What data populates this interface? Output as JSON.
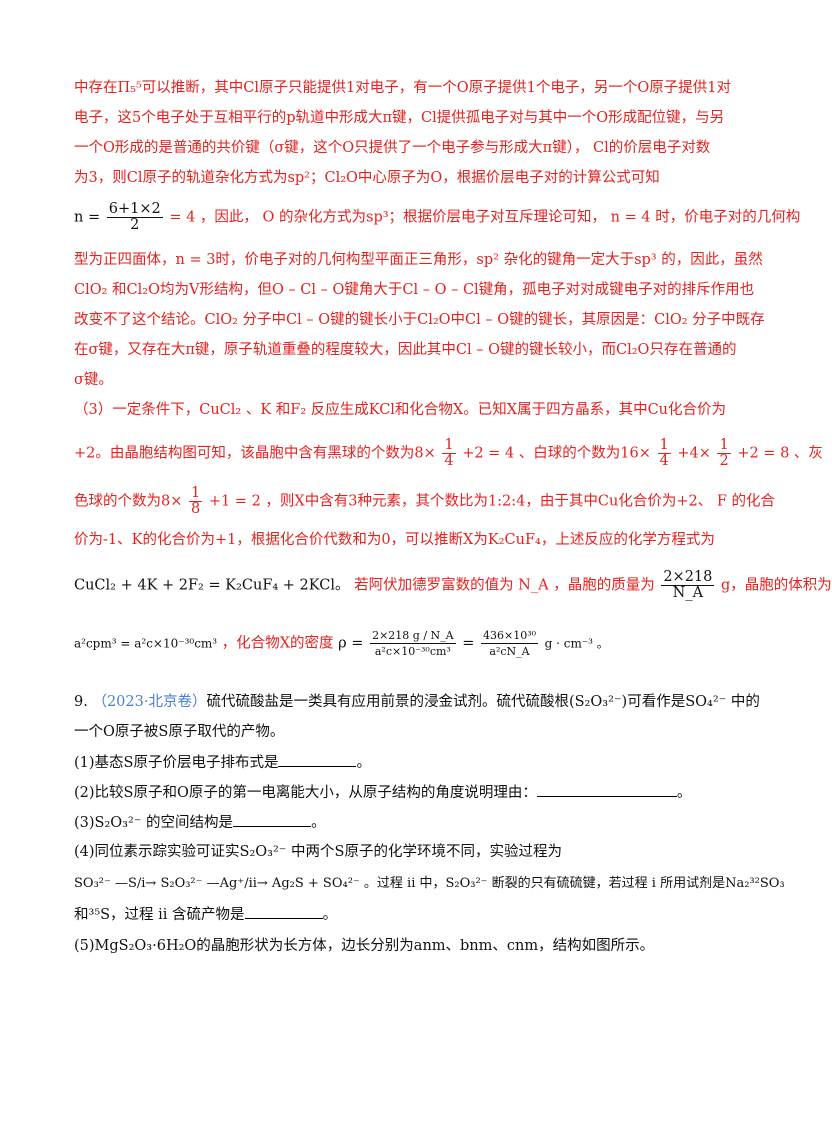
{
  "lines": {
    "l1": "中存在Π₅⁵可以推断，其中Cl原子只能提供1对电子，有一个O原子提供1个电子，另一个O原子提供1对",
    "l2": "电子，这5个电子处于互相平行的p轨道中形成大π键，Cl提供孤电子对与其中一个O形成配位键，与另",
    "l3": "一个O形成的是普通的共价键（σ键，这个O只提供了一个电子参与形成大π键），  Cl的价层电子对数",
    "l4": "为3，则Cl原子的轨道杂化方式为sp²；Cl₂O中心原子为O，根据价层电子对的计算公式可知",
    "l5a": "n =",
    "l5_num": "6+1×2",
    "l5_den": "2",
    "l5b": "= 4 ，因此， O 的杂化方式为sp³；根据价层电子对互斥理论可知，  n = 4 时，价电子对的几何构",
    "l6": "型为正四面体，n = 3时，价电子对的几何构型平面正三角形，sp² 杂化的键角一定大于sp³ 的，因此，虽然",
    "l7": "ClO₂ 和Cl₂O均为V形结构，但O – Cl – O键角大于Cl – O – Cl键角，孤电子对对成键电子对的排斥作用也",
    "l8": "改变不了这个结论。ClO₂ 分子中Cl – O键的键长小于Cl₂O中Cl – O键的键长，其原因是：ClO₂ 分子中既存",
    "l9": "在σ键，又存在大π键，原子轨道重叠的程度较大，因此其中Cl – O键的键长较小，而Cl₂O只存在普通的",
    "l10": "σ键。",
    "l11a": "（3）一定条件下，",
    "l11b": "CuCl₂ 、K 和F₂ 反应生成KCl和化合物X。已知X属于四方晶系，其中Cu化合价为",
    "l12a": "+2。由晶胞结构图可知，该晶胞中含有黑球的个数为8×",
    "l12b": "+2 = 4 、白球的个数为16×",
    "l12c": "+4×",
    "l12d": "+2 = 8 、灰",
    "l13a": "色球的个数为8×",
    "l13b": "+1 = 2 ，则X中含有3种元素，其个数比为1:2:4，由于其中Cu化合价为+2、 F 的化合",
    "l14": "价为-1、K的化合价为+1，根据化合价代数和为0，可以推断X为K₂CuF₄，上述反应的化学方程式为",
    "l15a": "CuCl₂ + 4K + 2F₂ = K₂CuF₄ + 2KCl。",
    "l15b": "若阿伏加德罗富数的值为 N_A ，晶胞的质量为",
    "l15_num": "2×218",
    "l15_den": "N_A",
    "l15c": "g，晶胞的体积为",
    "l16a": "a²cpm³ = a²c×10⁻³⁰cm³",
    "l16b": "，化合物X的密度",
    "l16c": "ρ =",
    "l16_num1": "2×218 g / N_A",
    "l16_den1": "a²c×10⁻³⁰cm³",
    "l16eq": "=",
    "l16_num2": "436×10³⁰",
    "l16_den2": "a²cN_A",
    "l16d": "g · cm⁻³ 。",
    "q9a": "9.",
    "q9tag": "（2023·北京卷）",
    "q9b": "硫代硫酸盐是一类具有应用前景的浸金试剂。硫代硫酸根(S₂O₃²⁻)可看作是SO₄²⁻ 中的",
    "q9c": "一个O原子被S原子取代的产物。",
    "q1": "(1)基态S原子价层电子排布式是",
    "q1e": "。",
    "q2": "(2)比较S原子和O原子的第一电离能大小，从原子结构的角度说明理由：",
    "q2e": "。",
    "q3": "(3)S₂O₃²⁻ 的空间结构是",
    "q3e": "。",
    "q4a": "(4)同位素示踪实验可证实S₂O₃²⁻ 中两个S原子的化学环境不同，实验过程为",
    "q4b": "SO₃²⁻ —S/i→ S₂O₃²⁻ —Ag⁺/ii→ Ag₂S + SO₄²⁻ 。过程 ii 中，S₂O₃²⁻ 断裂的只有硫硫键，若过程 i 所用试剂是Na₂³²SO₃",
    "q4c": "和³⁵S，过程 ii 含硫产物是",
    "q4e": "。",
    "q5": "(5)MgS₂O₃·6H₂O的晶胞形状为长方体，边长分别为anm、bnm、cnm，结构如图所示。"
  },
  "fractions": {
    "one_quarter_n": "1",
    "one_quarter_d": "4",
    "one_half_n": "1",
    "one_half_d": "2",
    "one_eighth_n": "1",
    "one_eighth_d": "8"
  }
}
